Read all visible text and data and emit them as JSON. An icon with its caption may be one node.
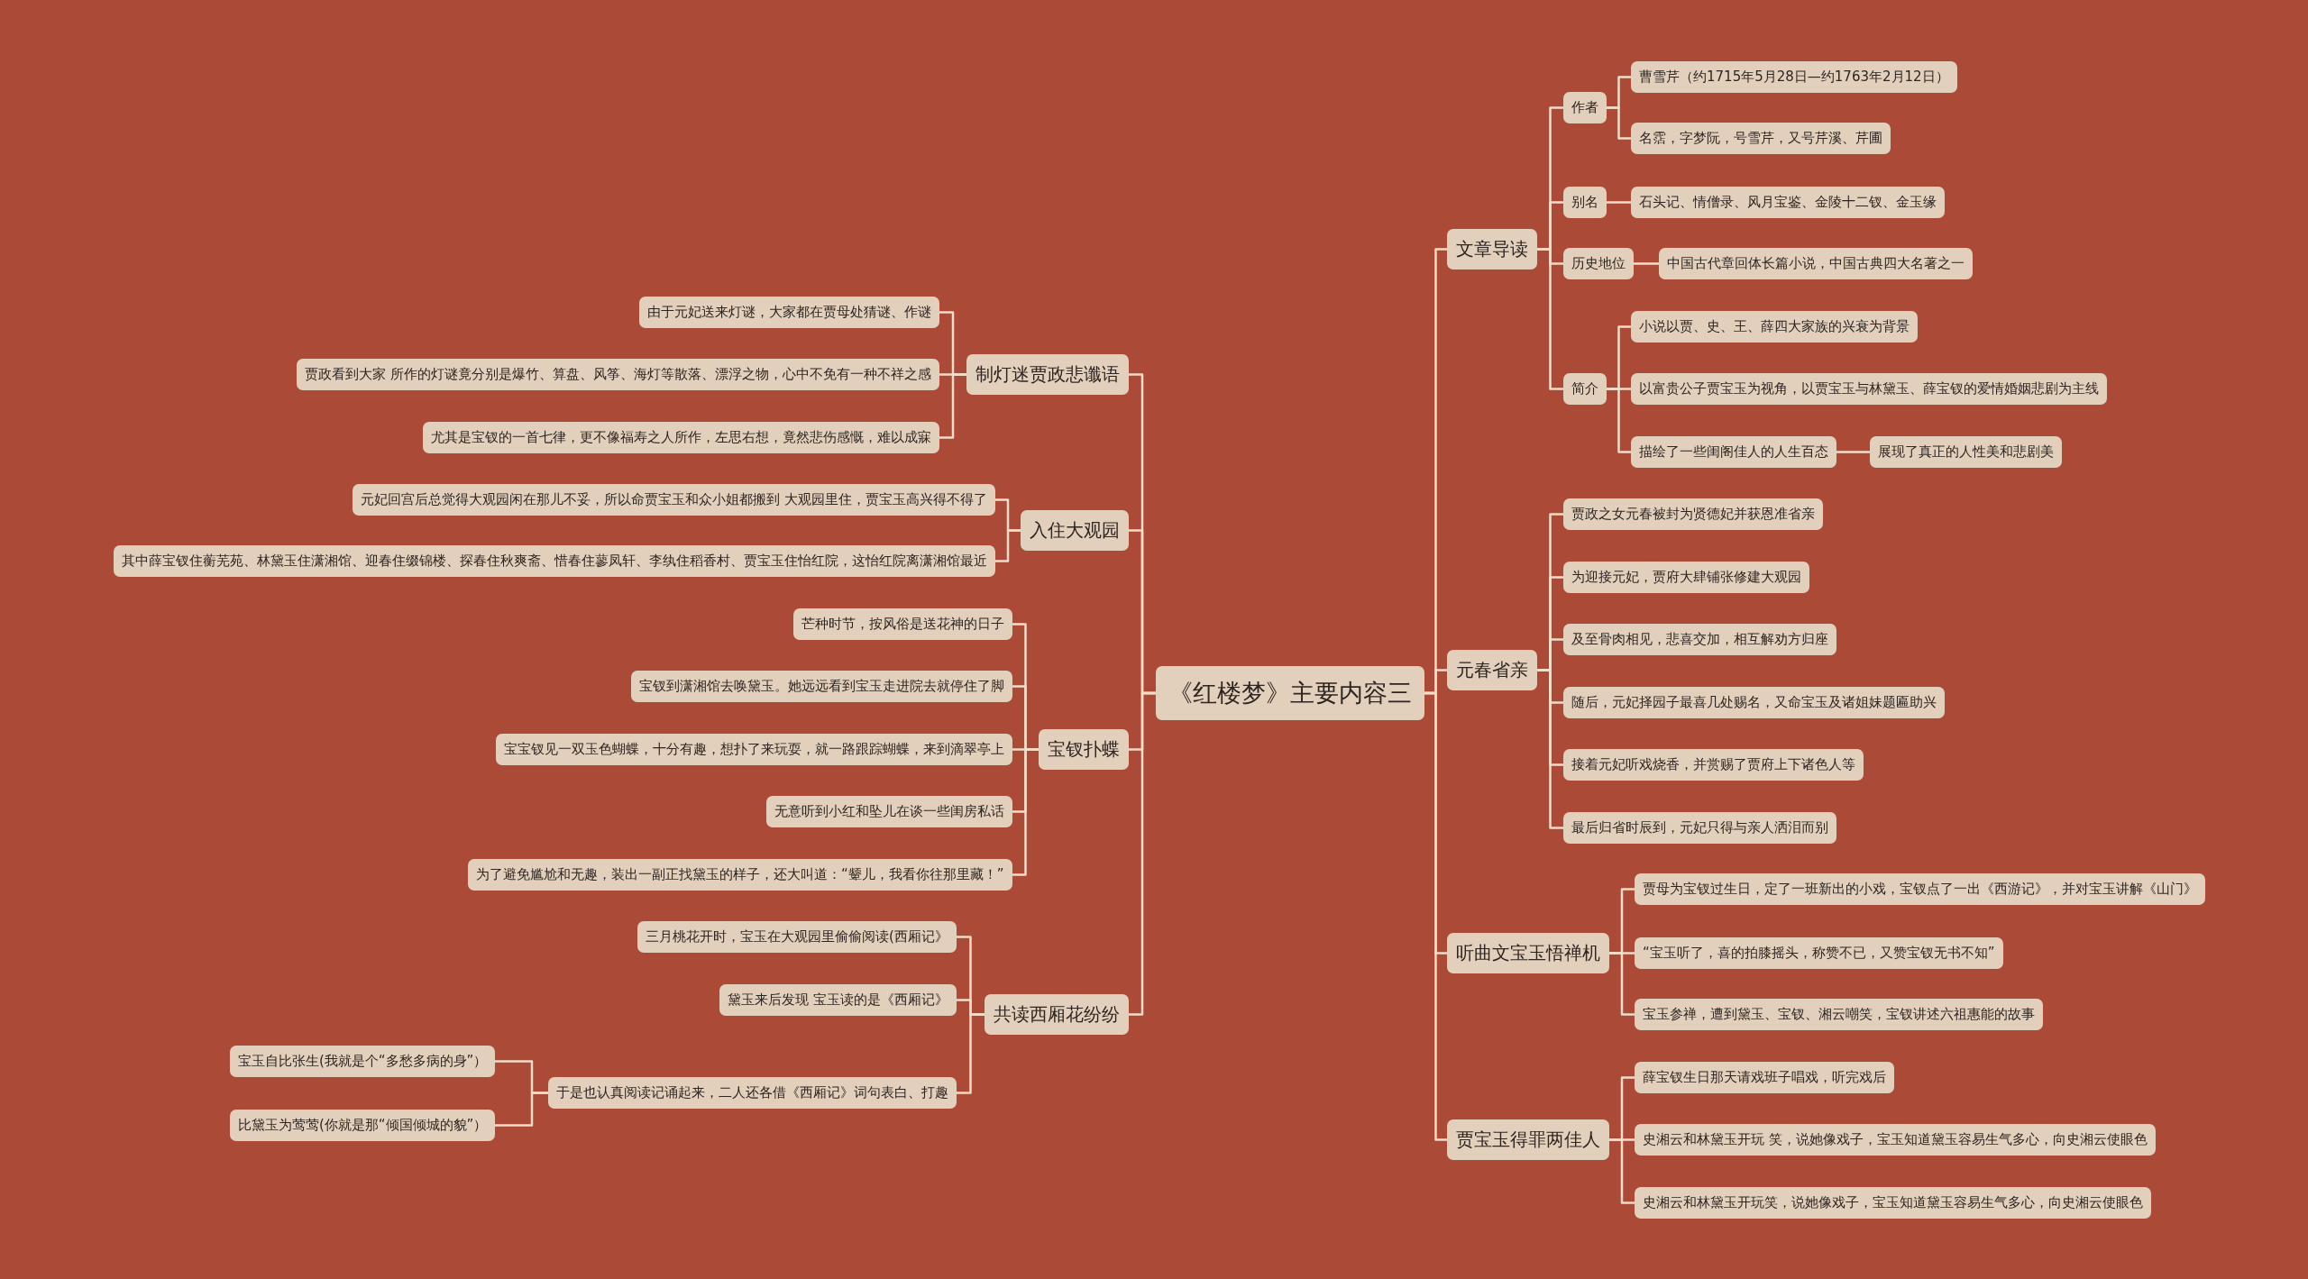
{
  "diagram": {
    "nodes": [
      {
        "text": [
          "《红楼梦》主要内容三"
        ]
      },
      {
        "text": [
          "文章导读"
        ]
      },
      {
        "text": [
          "作者"
        ]
      },
      {
        "text": [
          "曹雪芹（约1715年5月28日—约1763年2月12日）"
        ]
      },
      {
        "text": [
          "名霑，字梦阮，号雪芹，又号芹溪、芹圃"
        ]
      },
      {
        "text": [
          "别名"
        ]
      },
      {
        "text": [
          "石头记、情僧录、风月宝鉴、金陵十二钗、金玉缘"
        ]
      },
      {
        "text": [
          "历史地位"
        ]
      },
      {
        "text": [
          "中国古代章回体长篇小说，中国古典四大名著之一"
        ]
      },
      {
        "text": [
          "简介"
        ]
      },
      {
        "text": [
          "小说以贾、史、王、薛四大家族的兴衰为背景"
        ]
      },
      {
        "text": [
          "以富贵公子贾宝玉为视角，以贾宝玉与林黛玉、薛宝钗的爱情婚姻悲剧为主线"
        ]
      },
      {
        "text": [
          "描绘了一些闺阁佳人的人生百态"
        ]
      },
      {
        "text": [
          "展现了真正的人性美和悲剧美"
        ]
      },
      {
        "text": [
          "元春省亲"
        ]
      },
      {
        "text": [
          "贾政之女元春被封为贤德妃并获恩准省亲"
        ]
      },
      {
        "text": [
          "为迎接元妃，贾府大肆铺张修建大观园"
        ]
      },
      {
        "text": [
          "及至骨肉相见，悲喜交加，相互解劝方归座"
        ]
      },
      {
        "text": [
          "随后，元妃择园子最喜几处赐名，又命宝玉及诸姐妹题匾助兴"
        ]
      },
      {
        "text": [
          "接着元妃听戏烧香，并赏赐了贾府上下诸色人等"
        ]
      },
      {
        "text": [
          "最后归省时辰到，元妃只得与亲人洒泪而别"
        ]
      },
      {
        "text": [
          "听曲文宝玉悟禅机"
        ]
      },
      {
        "text": [
          "贾母为宝钗过生日，定了一班新出的小戏，宝钗点了一出《西游记》，并对宝玉讲解《山门》"
        ]
      },
      {
        "text": [
          "“宝玉听了，喜的拍膝摇头，称赞不已，又赞宝钗无书不知”"
        ]
      },
      {
        "text": [
          "宝玉参禅，遭到黛玉、宝钗、湘云嘲笑，宝钗讲述六祖惠能的故事"
        ]
      },
      {
        "text": [
          "贾宝玉得罪两佳人"
        ]
      },
      {
        "text": [
          "薛宝钗生日那天请戏班子唱戏，听完戏后"
        ]
      },
      {
        "text": [
          "史湘云和林黛玉开玩 笑，说她像戏子，宝玉知道黛玉容易生气多心，向史湘云使眼色"
        ]
      },
      {
        "text": [
          "史湘云和林黛玉开玩笑，说她像戏子，宝玉知道黛玉容易生气多心，向史湘云使眼色"
        ]
      },
      {
        "text": [
          "制灯迷贾政悲谶语"
        ]
      },
      {
        "text": [
          "由于元妃送来灯谜，大家都在贾母处猜谜、作谜"
        ]
      },
      {
        "text": [
          "贾政看到大家 所作的灯谜竟分别是爆竹、算盘、风筝、海灯等散落、漂浮之物，心中不免有一种不祥之感"
        ]
      },
      {
        "text": [
          "尤其是宝钗的一首七律，更不像福寿之人所作，左思右想，竟然悲伤感慨，难以成寐"
        ]
      },
      {
        "text": [
          "入住大观园"
        ]
      },
      {
        "text": [
          "元妃回宫后总觉得大观园闲在那儿不妥，所以命贾宝玉和众小姐都搬到 大观园里住，贾宝玉高兴得不得了"
        ]
      },
      {
        "text": [
          "其中薛宝钗住蘅芜苑、林黛玉住潇湘馆、迎春住缀锦楼、探春住秋爽斋、惜春住蓼凤轩、李纨住稻香村、贾宝玉住怡红院，这怡红院离潇湘馆最近"
        ]
      },
      {
        "text": [
          "宝钗扑蝶"
        ]
      },
      {
        "text": [
          "芒种时节，按风俗是送花神的日子"
        ]
      },
      {
        "text": [
          "宝钗到潇湘馆去唤黛玉。她远远看到宝玉走进院去就停住了脚"
        ]
      },
      {
        "text": [
          "宝宝钗见一双玉色蝴蝶，十分有趣，想扑了来玩耍，就一路跟踪蝴蝶，来到滴翠亭上"
        ]
      },
      {
        "text": [
          "无意听到小红和坠儿在谈一些闺房私话"
        ]
      },
      {
        "text": [
          "为了避免尴尬和无趣，装出一副正找黛玉的样子，还大叫道：“颦儿，我看你往那里藏！”"
        ]
      },
      {
        "text": [
          "共读西厢花纷纷"
        ]
      },
      {
        "text": [
          "三月桃花开时，宝玉在大观园里偷偷阅读(西厢记》"
        ]
      },
      {
        "text": [
          "黛玉来后发现 宝玉读的是《西厢记》"
        ]
      },
      {
        "text": [
          "于是也认真阅读记诵起来，二人还各借《西厢记》词句表白、打趣"
        ]
      },
      {
        "text": [
          "宝玉自比张生(我就是个“多愁多病的身”）"
        ]
      },
      {
        "text": [
          "比黛玉为莺莺(你就是那“倾国倾城的貌”）"
        ]
      }
    ],
    "edges": [
      {
        "from": 0,
        "to": 1,
        "arrow": "none"
      },
      {
        "from": 1,
        "to": 2,
        "arrow": "none"
      },
      {
        "from": 2,
        "to": 3,
        "arrow": "none"
      },
      {
        "from": 2,
        "to": 4,
        "arrow": "none"
      },
      {
        "from": 1,
        "to": 5,
        "arrow": "none"
      },
      {
        "from": 5,
        "to": 6,
        "arrow": "none"
      },
      {
        "from": 1,
        "to": 7,
        "arrow": "none"
      },
      {
        "from": 7,
        "to": 8,
        "arrow": "none"
      },
      {
        "from": 1,
        "to": 9,
        "arrow": "none"
      },
      {
        "from": 9,
        "to": 10,
        "arrow": "none"
      },
      {
        "from": 9,
        "to": 11,
        "arrow": "none"
      },
      {
        "from": 9,
        "to": 12,
        "arrow": "none"
      },
      {
        "from": 12,
        "to": 13,
        "arrow": "none"
      },
      {
        "from": 0,
        "to": 14,
        "arrow": "none"
      },
      {
        "from": 14,
        "to": 15,
        "arrow": "none"
      },
      {
        "from": 14,
        "to": 16,
        "arrow": "none"
      },
      {
        "from": 14,
        "to": 17,
        "arrow": "none"
      },
      {
        "from": 14,
        "to": 18,
        "arrow": "none"
      },
      {
        "from": 14,
        "to": 19,
        "arrow": "none"
      },
      {
        "from": 14,
        "to": 20,
        "arrow": "none"
      },
      {
        "from": 0,
        "to": 21,
        "arrow": "none"
      },
      {
        "from": 21,
        "to": 22,
        "arrow": "none"
      },
      {
        "from": 21,
        "to": 23,
        "arrow": "none"
      },
      {
        "from": 21,
        "to": 24,
        "arrow": "none"
      },
      {
        "from": 0,
        "to": 25,
        "arrow": "none"
      },
      {
        "from": 25,
        "to": 26,
        "arrow": "none"
      },
      {
        "from": 25,
        "to": 27,
        "arrow": "none"
      },
      {
        "from": 25,
        "to": 28,
        "arrow": "none"
      },
      {
        "from": 0,
        "to": 29,
        "arrow": "none"
      },
      {
        "from": 29,
        "to": 30,
        "arrow": "none"
      },
      {
        "from": 29,
        "to": 31,
        "arrow": "none"
      },
      {
        "from": 29,
        "to": 32,
        "arrow": "none"
      },
      {
        "from": 0,
        "to": 33,
        "arrow": "none"
      },
      {
        "from": 33,
        "to": 34,
        "arrow": "none"
      },
      {
        "from": 33,
        "to": 35,
        "arrow": "none"
      },
      {
        "from": 0,
        "to": 36,
        "arrow": "none"
      },
      {
        "from": 36,
        "to": 37,
        "arrow": "none"
      },
      {
        "from": 36,
        "to": 38,
        "arrow": "none"
      },
      {
        "from": 36,
        "to": 39,
        "arrow": "none"
      },
      {
        "from": 36,
        "to": 40,
        "arrow": "none"
      },
      {
        "from": 36,
        "to": 41,
        "arrow": "none"
      },
      {
        "from": 0,
        "to": 42,
        "arrow": "none"
      },
      {
        "from": 42,
        "to": 43,
        "arrow": "none"
      },
      {
        "from": 42,
        "to": 44,
        "arrow": "none"
      },
      {
        "from": 42,
        "to": 45,
        "arrow": "none"
      },
      {
        "from": 45,
        "to": 46,
        "arrow": "none"
      },
      {
        "from": 45,
        "to": 47,
        "arrow": "none"
      }
    ]
  }
}
